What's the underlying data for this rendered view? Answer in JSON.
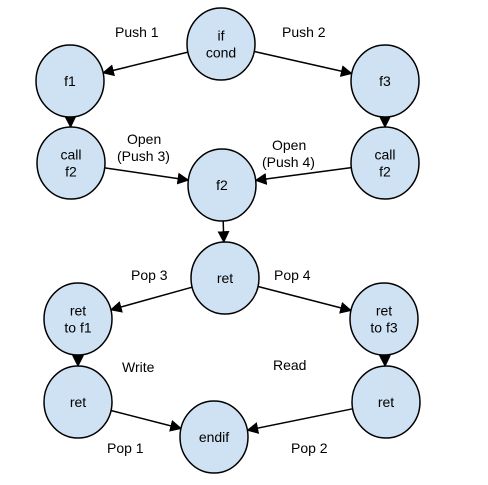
{
  "nodes": [
    {
      "id": "if_cond",
      "lines": [
        "if",
        "cond"
      ]
    },
    {
      "id": "f1",
      "lines": [
        "f1"
      ]
    },
    {
      "id": "f3",
      "lines": [
        "f3"
      ]
    },
    {
      "id": "call_f2_left",
      "lines": [
        "call",
        "f2"
      ]
    },
    {
      "id": "call_f2_right",
      "lines": [
        "call",
        "f2"
      ]
    },
    {
      "id": "f2",
      "lines": [
        "f2"
      ]
    },
    {
      "id": "ret_mid",
      "lines": [
        "ret"
      ]
    },
    {
      "id": "ret_to_f1",
      "lines": [
        "ret",
        "to f1"
      ]
    },
    {
      "id": "ret_to_f3",
      "lines": [
        "ret",
        "to f3"
      ]
    },
    {
      "id": "ret_left",
      "lines": [
        "ret"
      ]
    },
    {
      "id": "ret_right",
      "lines": [
        "ret"
      ]
    },
    {
      "id": "endif",
      "lines": [
        "endif"
      ]
    }
  ],
  "edges": [
    {
      "from": "if_cond",
      "to": "f1",
      "label": "Push 1"
    },
    {
      "from": "if_cond",
      "to": "f3",
      "label": "Push 2"
    },
    {
      "from": "f1",
      "to": "call_f2_left",
      "label": ""
    },
    {
      "from": "f3",
      "to": "call_f2_right",
      "label": ""
    },
    {
      "from": "call_f2_left",
      "to": "f2",
      "label": "Open\n(Push 3)"
    },
    {
      "from": "call_f2_right",
      "to": "f2",
      "label": "Open\n(Push 4)"
    },
    {
      "from": "f2",
      "to": "ret_mid",
      "label": ""
    },
    {
      "from": "ret_mid",
      "to": "ret_to_f1",
      "label": "Pop 3"
    },
    {
      "from": "ret_mid",
      "to": "ret_to_f3",
      "label": "Pop 4"
    },
    {
      "from": "ret_to_f1",
      "to": "ret_left",
      "label": ""
    },
    {
      "from": "ret_to_f3",
      "to": "ret_right",
      "label": ""
    },
    {
      "from": "ret_left",
      "to": "endif",
      "label": "Pop 1"
    },
    {
      "from": "ret_right",
      "to": "endif",
      "label": "Pop 2"
    }
  ],
  "free_labels": [
    "Write",
    "Read"
  ]
}
